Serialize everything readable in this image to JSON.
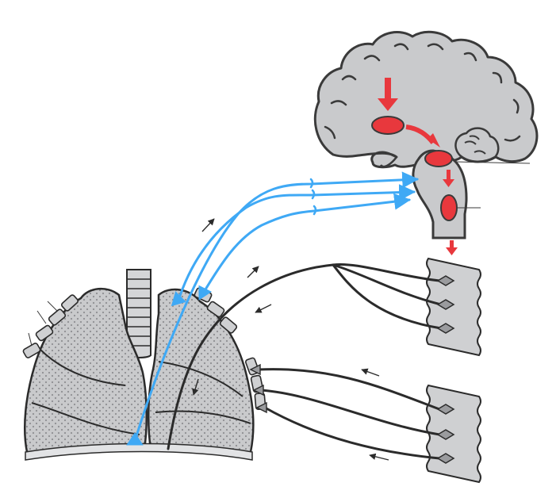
{
  "diagram": {
    "subject": "",
    "labels": [],
    "colors": {
      "tissue_fill": "#c9cacc",
      "tissue_stroke": "#3a3a3a",
      "nucleus_red": "#e8383d",
      "sensory_blue": "#3fa9f5",
      "motor_black": "#2b2b2b",
      "spinal_fill": "#cfd0d2",
      "background": "#ffffff"
    },
    "icons": [
      "brain-outline",
      "brainstem-nucleus",
      "red-descending-arrow",
      "lungs",
      "trachea",
      "diaphragm",
      "spinal-cord-segment",
      "afferent-nerve-fiber",
      "efferent-nerve-fiber",
      "direction-arrow"
    ]
  }
}
